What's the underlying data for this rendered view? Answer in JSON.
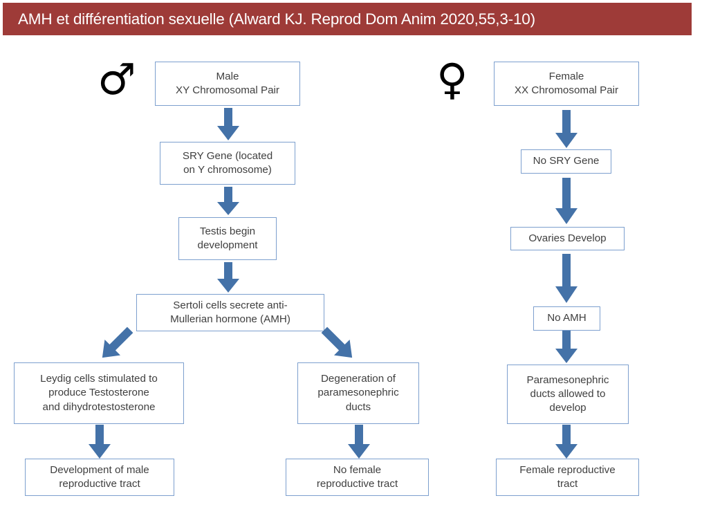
{
  "header": {
    "title": "AMH et différentiation sexuelle (Alward KJ. Reprod Dom Anim 2020,55,3-10)",
    "background_color": "#9E3B38",
    "text_color": "#FFFFFF"
  },
  "theme": {
    "box_border_color": "#7C9FCE",
    "box_fill_color": "#FFFFFF",
    "box_text_color": "#3F3F3F",
    "arrow_color": "#4472A8",
    "symbol_color": "#000000",
    "page_background": "#FFFFFF"
  },
  "diagram": {
    "type": "flowchart",
    "columns": [
      {
        "id": "male",
        "symbol": "♂",
        "symbol_name": "male-symbol",
        "nodes": [
          {
            "id": "male-chromosomes",
            "text": "Male\nXY Chromosomal Pair"
          },
          {
            "id": "sry-gene",
            "text": "SRY Gene (located\non Y chromosome)"
          },
          {
            "id": "testis-development",
            "text": "Testis begin\ndevelopment"
          },
          {
            "id": "sertoli-amh",
            "text": "Sertoli cells secrete anti-\nMullerian hormone (AMH)"
          },
          {
            "id": "leydig-testosterone",
            "text": "Leydig cells stimulated to\nproduce Testosterone\nand dihydrotestosterone"
          },
          {
            "id": "male-tract",
            "text": "Development of male\nreproductive tract"
          },
          {
            "id": "duct-degeneration",
            "text": "Degeneration of\nparamesonephric\nducts"
          },
          {
            "id": "no-female-tract",
            "text": "No female\nreproductive tract"
          }
        ]
      },
      {
        "id": "female",
        "symbol": "♀",
        "symbol_name": "female-symbol",
        "nodes": [
          {
            "id": "female-chromosomes",
            "text": "Female\nXX Chromosomal Pair"
          },
          {
            "id": "no-sry-gene",
            "text": "No SRY Gene"
          },
          {
            "id": "ovaries-develop",
            "text": "Ovaries Develop"
          },
          {
            "id": "no-amh",
            "text": "No AMH"
          },
          {
            "id": "ducts-develop",
            "text": "Paramesonephric\nducts allowed to\ndevelop"
          },
          {
            "id": "female-tract",
            "text": "Female reproductive\ntract"
          }
        ]
      }
    ],
    "edges": [
      {
        "from": "male-chromosomes",
        "to": "sry-gene",
        "direction": "down"
      },
      {
        "from": "sry-gene",
        "to": "testis-development",
        "direction": "down"
      },
      {
        "from": "testis-development",
        "to": "sertoli-amh",
        "direction": "down"
      },
      {
        "from": "sertoli-amh",
        "to": "leydig-testosterone",
        "direction": "down-left"
      },
      {
        "from": "sertoli-amh",
        "to": "duct-degeneration",
        "direction": "down-right"
      },
      {
        "from": "leydig-testosterone",
        "to": "male-tract",
        "direction": "down"
      },
      {
        "from": "duct-degeneration",
        "to": "no-female-tract",
        "direction": "down"
      },
      {
        "from": "female-chromosomes",
        "to": "no-sry-gene",
        "direction": "down"
      },
      {
        "from": "no-sry-gene",
        "to": "ovaries-develop",
        "direction": "down"
      },
      {
        "from": "ovaries-develop",
        "to": "no-amh",
        "direction": "down"
      },
      {
        "from": "no-amh",
        "to": "ducts-develop",
        "direction": "down"
      },
      {
        "from": "ducts-develop",
        "to": "female-tract",
        "direction": "down"
      }
    ]
  }
}
